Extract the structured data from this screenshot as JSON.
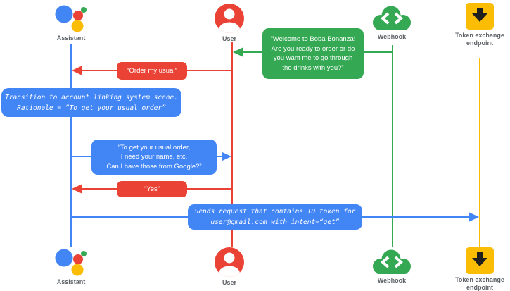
{
  "colors": {
    "assistant_blue": "#4285F4",
    "user_red": "#EA4335",
    "webhook_green": "#34A853",
    "token_yellow": "#FBBC04",
    "label_gray": "#5F6368"
  },
  "actors": {
    "assistant": {
      "label": "Assistant"
    },
    "user": {
      "label": "User"
    },
    "webhook": {
      "label": "Webhook"
    },
    "token_endpoint": {
      "label": "Token exchange\nendpoint"
    }
  },
  "messages": {
    "welcome": {
      "from": "Webhook",
      "to": "User",
      "color": "green",
      "text": "“Welcome to Boba Bonanza!\nAre you ready to order or do\nyou want me to go through\nthe drinks with you?”"
    },
    "order_usual": {
      "from": "User",
      "to": "Assistant",
      "color": "red",
      "text": "“Order my usual”"
    },
    "transition_note": {
      "actor": "Assistant",
      "color": "blue",
      "style": "code",
      "text": "Transition to account linking system scene.\nRationale = “To get your usual order”"
    },
    "ask_permission": {
      "from": "Assistant",
      "to": "User",
      "color": "blue",
      "text": "“To get your usual order,\nI need your name, etc.\nCan I have those from Google?”"
    },
    "yes": {
      "from": "User",
      "to": "Assistant",
      "color": "red",
      "text": "“Yes”"
    },
    "send_request": {
      "from": "Assistant",
      "to": "Token exchange endpoint",
      "color": "blue",
      "style": "code",
      "text": "Sends request that contains ID token for\nuser@gmail.com with intent=“get”"
    }
  }
}
